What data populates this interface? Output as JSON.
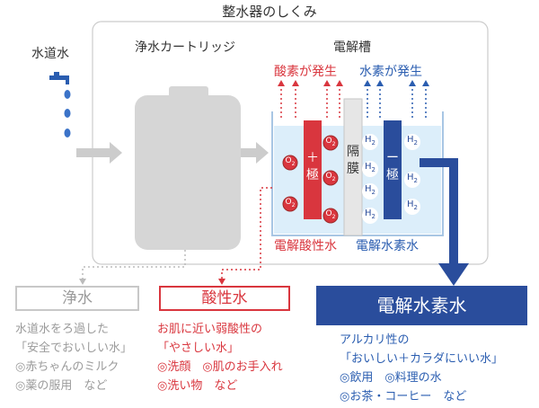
{
  "title": "整水器のしくみ",
  "labels": {
    "tap_water": "水道水",
    "cartridge": "浄水カートリッジ",
    "electrolyzer": "電解槽",
    "oxygen_generation": "酸素が発生",
    "hydrogen_generation": "水素が発生",
    "plus_electrode": [
      "＋",
      "極"
    ],
    "minus_electrode": [
      "ー",
      "極"
    ],
    "separator": [
      "隔",
      "膜"
    ],
    "o2": "O",
    "o2_sub": "2",
    "h2": "H",
    "h2_sub": "2",
    "acidic_water_label": "電解酸性水",
    "hydrogen_water_label": "電解水素水"
  },
  "outputs": {
    "pure": {
      "title": "浄水",
      "lines": [
        "水道水をろ過した",
        "「安全でおいしい水」",
        "◎赤ちゃんのミルク",
        "◎薬の服用　など"
      ]
    },
    "acidic": {
      "title": "酸性水",
      "lines": [
        "お肌に近い弱酸性の",
        "「やさしい水」",
        "◎洗顔　◎肌のお手入れ",
        "◎洗い物　など"
      ]
    },
    "hydrogen": {
      "title": "電解水素水",
      "lines": [
        "アルカリ性の",
        "「おいしい＋カラダにいい水」",
        "◎飲用　◎料理の水",
        "◎お茶・コーヒー　など"
      ]
    }
  },
  "colors": {
    "red": "#d9363e",
    "blue": "#2a4d9c",
    "gray": "#9b9b9b"
  }
}
